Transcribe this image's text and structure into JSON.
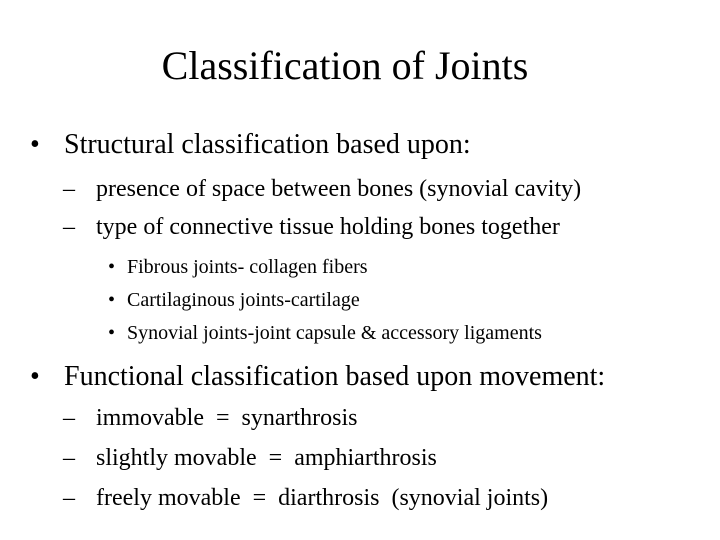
{
  "title": "Classification of Joints",
  "structural": {
    "bullet": "•",
    "heading": "Structural classification based upon:",
    "dash": "–",
    "sub_items": [
      "presence of space between bones (synovial cavity)",
      "type of connective tissue holding bones together"
    ],
    "nested_bullet": "•",
    "nested_items": [
      "Fibrous joints- collagen fibers",
      "Cartilaginous joints-cartilage",
      "Synovial joints-joint capsule & accessory ligaments"
    ]
  },
  "functional": {
    "bullet": "•",
    "heading": "Functional classification based upon movement:",
    "dash": "–",
    "sub_items": [
      "immovable  =  synarthrosis",
      "slightly movable  =  amphiarthrosis",
      "freely movable  =  diarthrosis  (synovial joints)"
    ]
  }
}
